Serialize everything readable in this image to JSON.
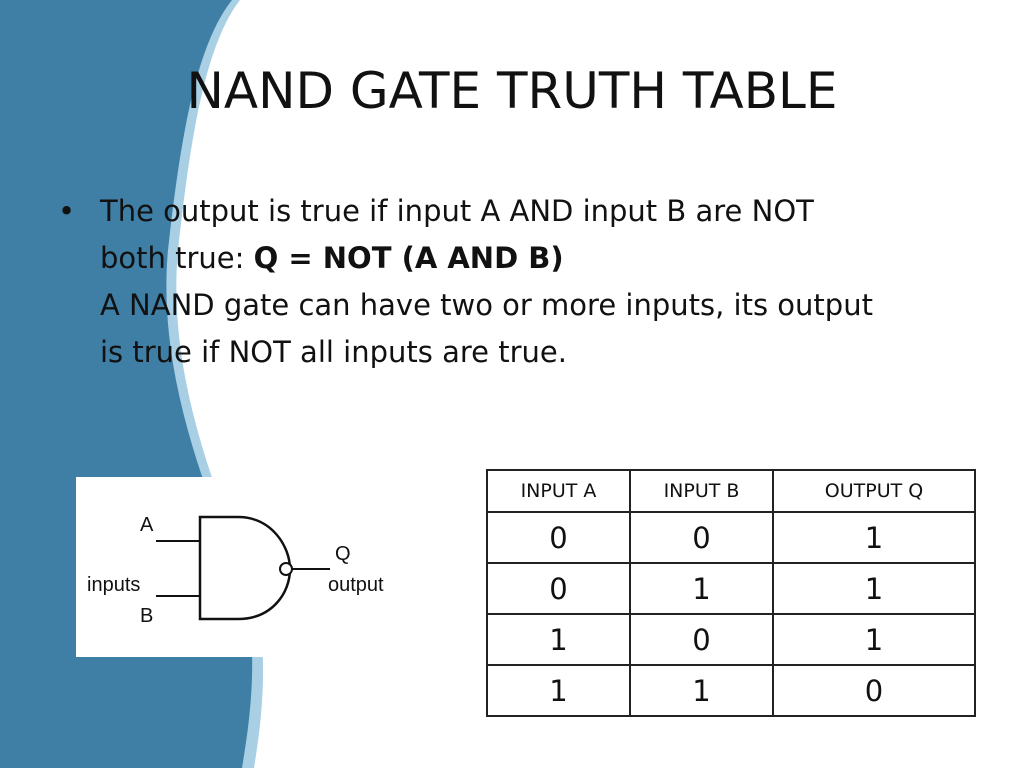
{
  "slide": {
    "title": "NAND GATE TRUTH TABLE",
    "bullet": {
      "line1": "The output is true if input A AND input B are NOT",
      "line2_plain": "both true: ",
      "line2_bold": "Q = NOT (A AND B)",
      "line3": "A NAND gate can have two or more inputs, its output",
      "line4": "is true if NOT all inputs are true."
    }
  },
  "diagram": {
    "label_a": "A",
    "label_b": "B",
    "label_inputs": "inputs",
    "label_q": "Q",
    "label_output": "output"
  },
  "truth_table": {
    "headers": [
      "INPUT A",
      "INPUT B",
      "OUTPUT Q"
    ],
    "rows": [
      [
        "0",
        "0",
        "1"
      ],
      [
        "0",
        "1",
        "1"
      ],
      [
        "1",
        "0",
        "1"
      ],
      [
        "1",
        "1",
        "0"
      ]
    ]
  },
  "colors": {
    "band_dark": "#3f7fa5",
    "band_light": "#a9cfe4",
    "text": "#111111"
  }
}
